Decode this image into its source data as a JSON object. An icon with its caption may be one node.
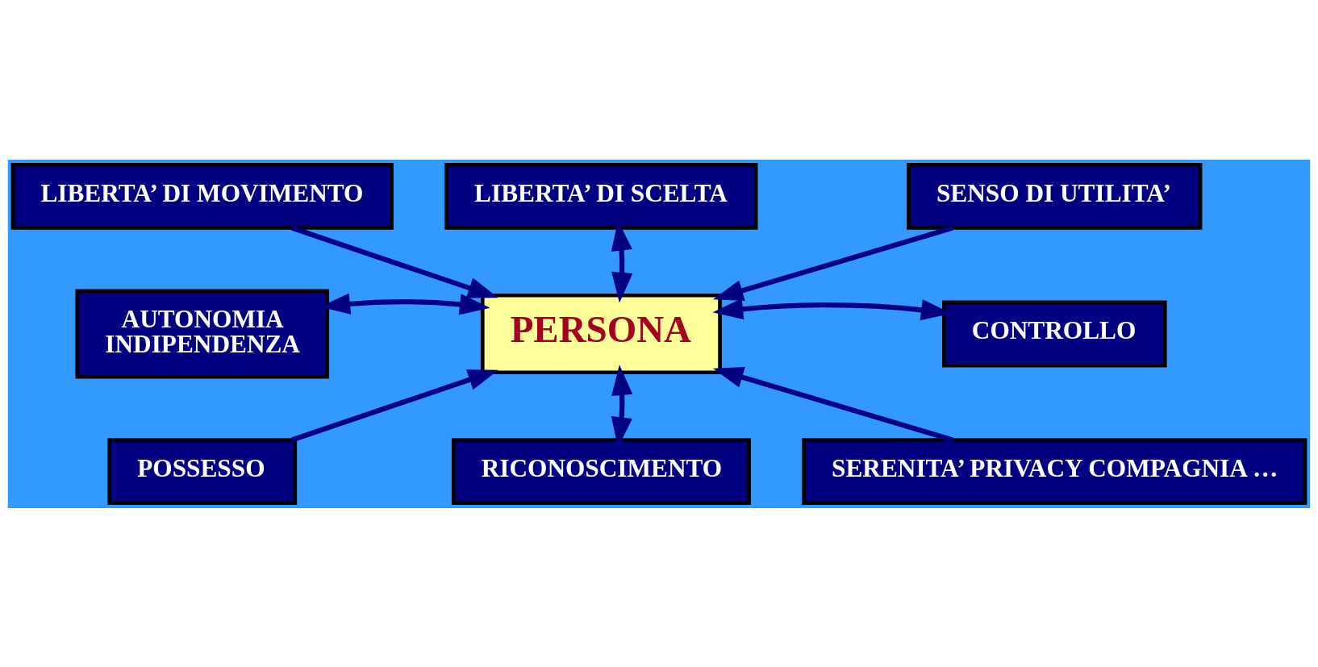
{
  "diagram": {
    "nodes": [
      {
        "text": [
          "LIBERTA’ DI MOVIMENTO"
        ]
      },
      {
        "text": [
          "LIBERTA’ DI SCELTA"
        ]
      },
      {
        "text": [
          "SENSO DI UTILITA’"
        ]
      },
      {
        "text": [
          "AUTONOMIA",
          "INDIPENDENZA"
        ]
      },
      {
        "text": [
          "PERSONA"
        ]
      },
      {
        "text": [
          "CONTROLLO"
        ]
      },
      {
        "text": [
          "POSSESSO"
        ]
      },
      {
        "text": [
          "RICONOSCIMENTO"
        ]
      },
      {
        "text": [
          "SERENITA’ PRIVACY COMPAGNIA …"
        ]
      }
    ],
    "edges": [
      {
        "from": 0,
        "to": 4,
        "arrow": "to"
      },
      {
        "from": 4,
        "to": 1,
        "arrow": "both"
      },
      {
        "from": 2,
        "to": 4,
        "arrow": "to"
      },
      {
        "from": 4,
        "to": 3,
        "arrow": "both"
      },
      {
        "from": 4,
        "to": 5,
        "arrow": "both"
      },
      {
        "from": 6,
        "to": 4,
        "arrow": "to"
      },
      {
        "from": 4,
        "to": 7,
        "arrow": "both"
      },
      {
        "from": 8,
        "to": 4,
        "arrow": "to"
      }
    ]
  }
}
